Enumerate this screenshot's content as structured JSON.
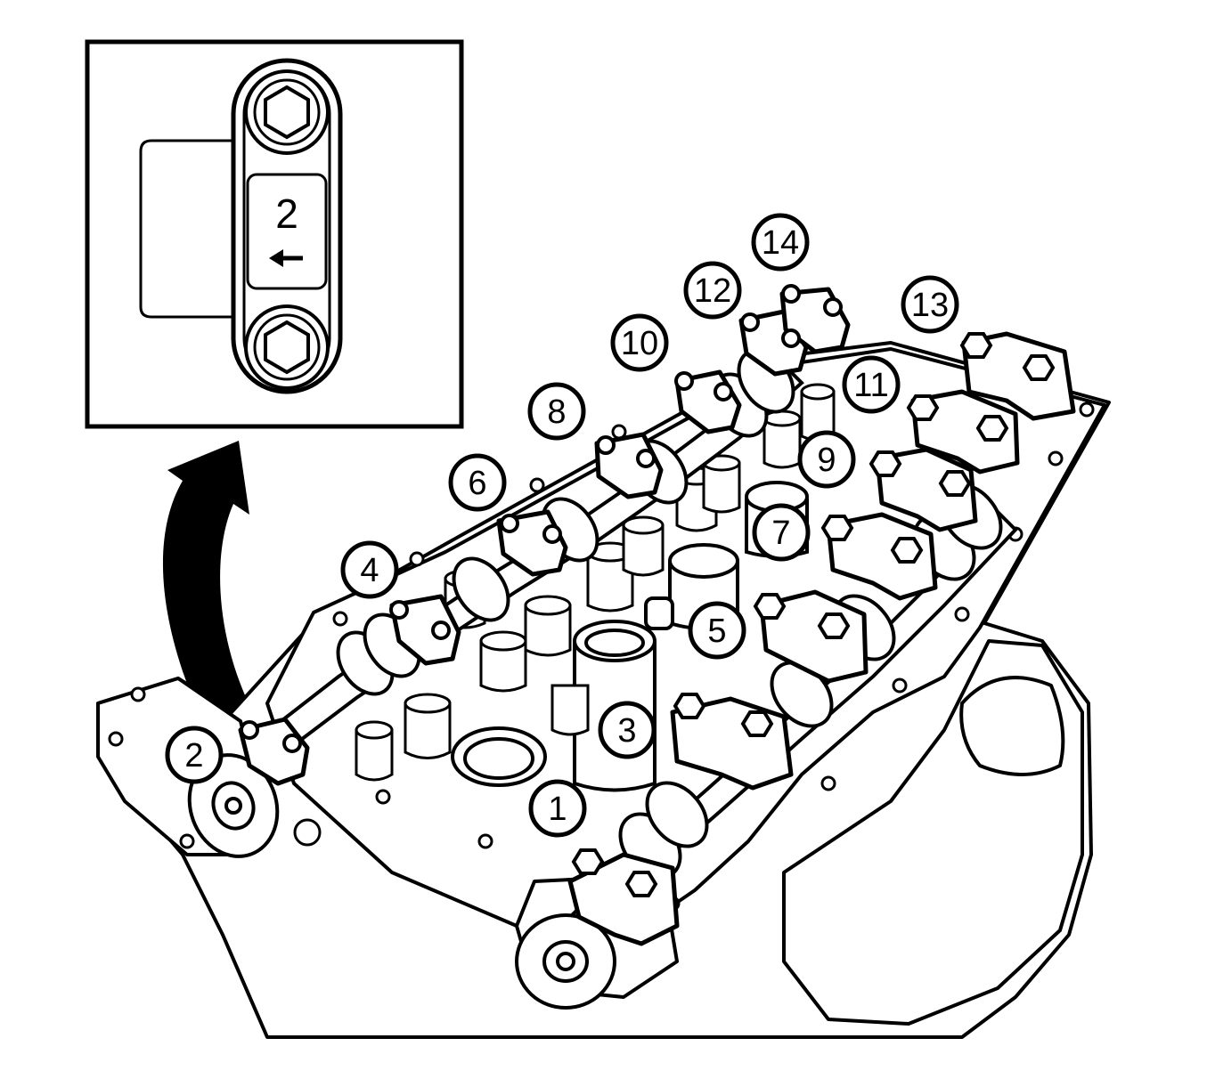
{
  "inset": {
    "cap_number": "2"
  },
  "callouts": [
    {
      "id": "c1",
      "label": "1"
    },
    {
      "id": "c2",
      "label": "2"
    },
    {
      "id": "c3",
      "label": "3"
    },
    {
      "id": "c4",
      "label": "4"
    },
    {
      "id": "c5",
      "label": "5"
    },
    {
      "id": "c6",
      "label": "6"
    },
    {
      "id": "c7",
      "label": "7"
    },
    {
      "id": "c8",
      "label": "8"
    },
    {
      "id": "c9",
      "label": "9"
    },
    {
      "id": "c10",
      "label": "10"
    },
    {
      "id": "c11",
      "label": "11"
    },
    {
      "id": "c12",
      "label": "12"
    },
    {
      "id": "c13",
      "label": "13"
    },
    {
      "id": "c14",
      "label": "14"
    }
  ]
}
